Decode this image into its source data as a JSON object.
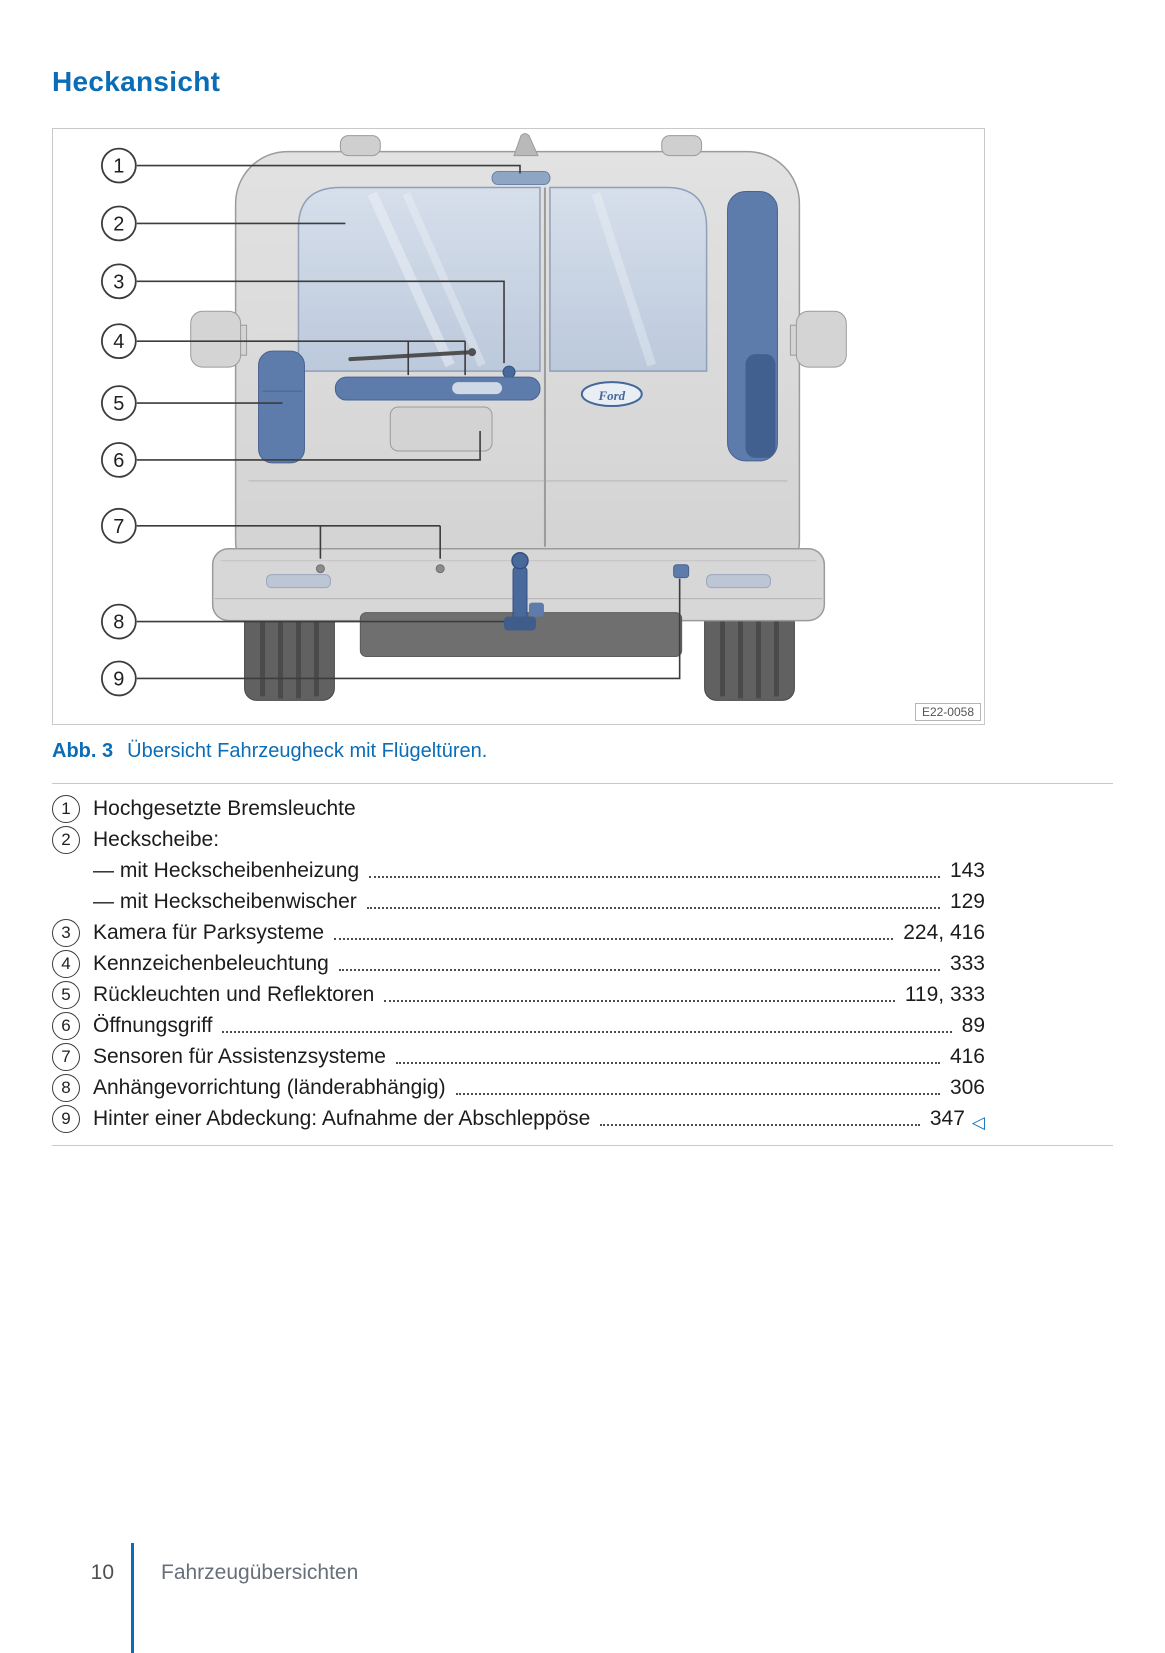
{
  "page": {
    "title": "Heckansicht",
    "figure": {
      "code": "E22-0058",
      "logo": "Ford",
      "caption_label": "Abb. 3",
      "caption_text": "Übersicht Fahrzeugheck mit Flügeltüren.",
      "callouts": [
        "1",
        "2",
        "3",
        "4",
        "5",
        "6",
        "7",
        "8",
        "9"
      ]
    },
    "legend": [
      {
        "num": "1",
        "label": "Hochgesetzte Bremsleuchte",
        "pages": ""
      },
      {
        "num": "2",
        "label": "Heckscheibe:",
        "pages": ""
      },
      {
        "num": "",
        "label": "— mit Heckscheibenheizung",
        "pages": "143"
      },
      {
        "num": "",
        "label": "— mit Heckscheibenwischer",
        "pages": "129"
      },
      {
        "num": "3",
        "label": "Kamera für Parksysteme",
        "pages": "224, 416"
      },
      {
        "num": "4",
        "label": "Kennzeichenbeleuchtung",
        "pages": "333"
      },
      {
        "num": "5",
        "label": "Rückleuchten und Reflektoren",
        "pages": "119, 333"
      },
      {
        "num": "6",
        "label": "Öffnungsgriff",
        "pages": "89"
      },
      {
        "num": "7",
        "label": "Sensoren für Assistenzsysteme",
        "pages": "416"
      },
      {
        "num": "8",
        "label": "Anhängevorrichtung (länderabhängig)",
        "pages": "306"
      },
      {
        "num": "9",
        "label": "Hinter einer Abdeckung: Aufnahme der Abschleppöse",
        "pages": "347",
        "end_marker": "◁"
      }
    ],
    "footer": {
      "page_number": "10",
      "section": "Fahrzeugübersichten"
    }
  }
}
